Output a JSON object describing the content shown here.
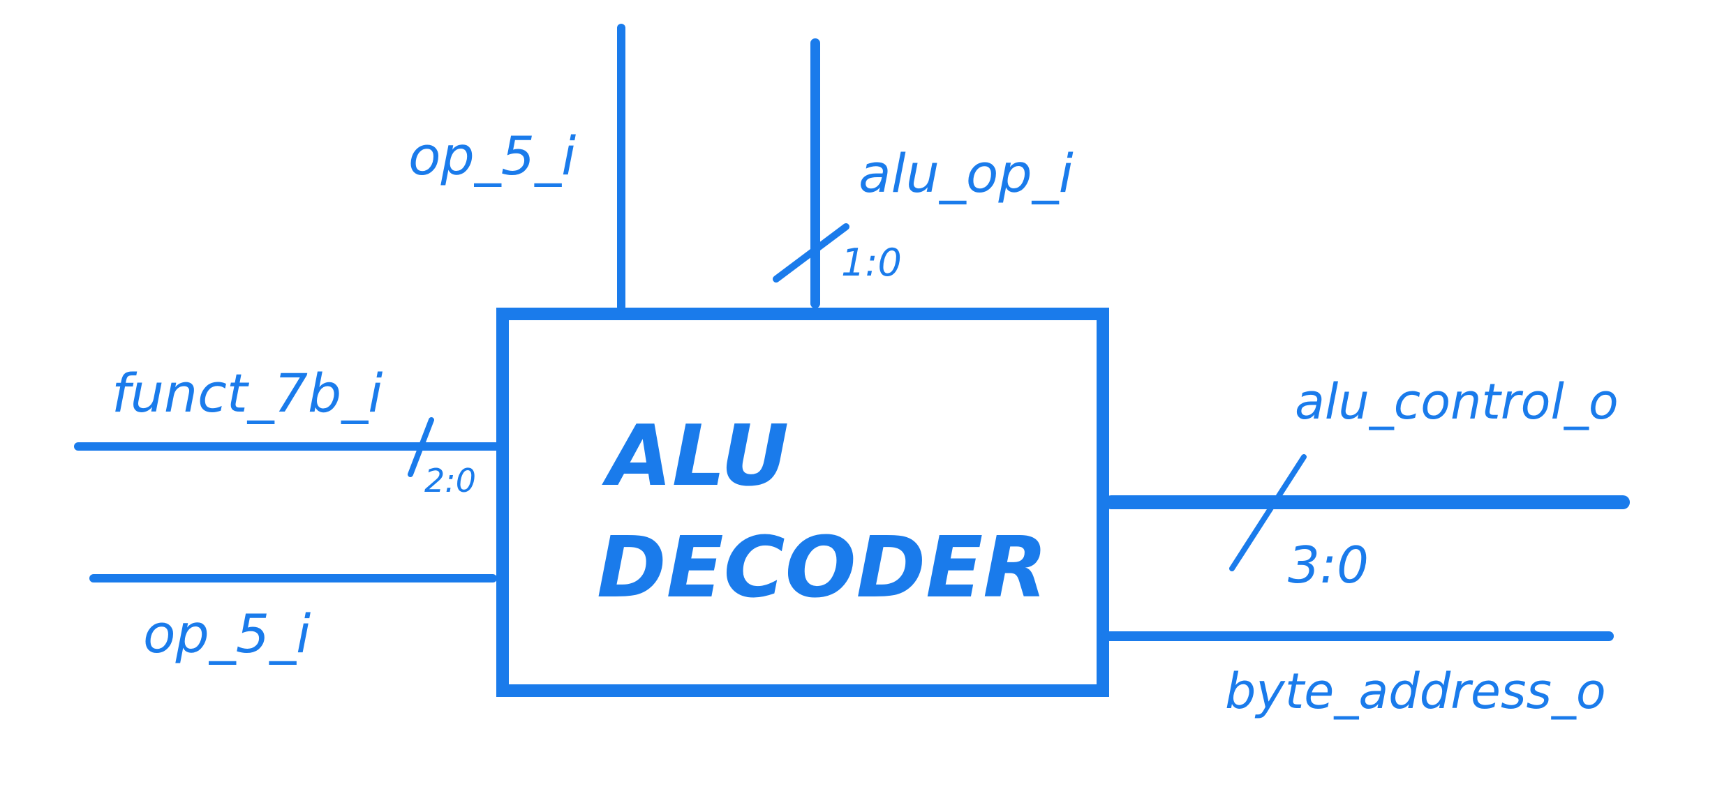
{
  "diagram": {
    "block": {
      "line1": "ALU",
      "line2": "DECODER"
    },
    "inputs": {
      "top_left_label": "op_5_i",
      "top_right_label": "alu_op_i",
      "top_right_width": "1:0",
      "left_top_label": "funct_7b_i",
      "left_top_width": "2:0",
      "left_bottom_label": "op_5_i"
    },
    "outputs": {
      "right_top_label": "alu_control_o",
      "right_top_width": "3:0",
      "right_bottom_label": "byte_address_o"
    },
    "colors": {
      "ink": "#1A7BEB",
      "background": "#ffffff"
    }
  }
}
